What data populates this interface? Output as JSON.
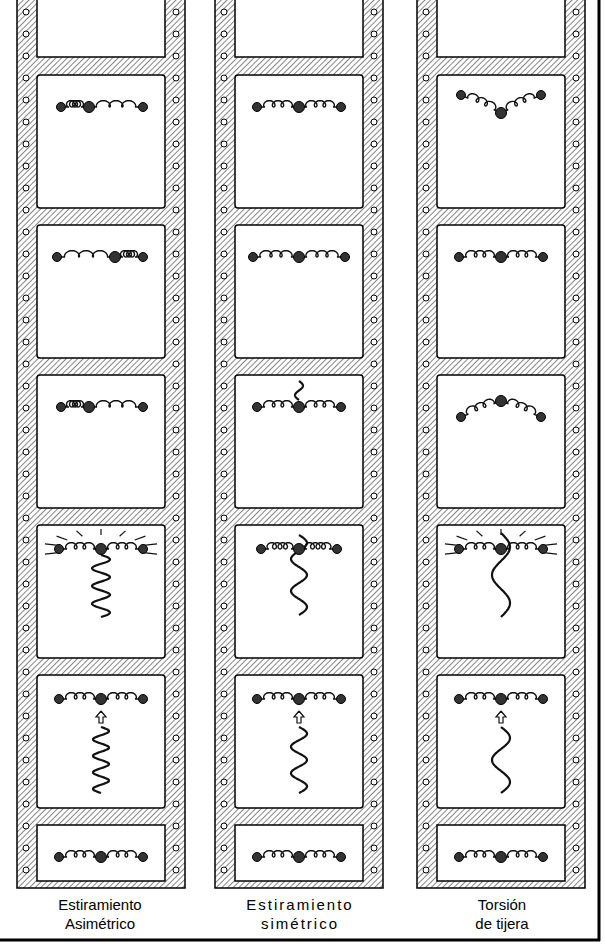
{
  "diagram": {
    "labels": [
      "Estiramiento Asimétrico",
      "Estiramiento simétrico",
      "Torsión de tijera"
    ]
  }
}
